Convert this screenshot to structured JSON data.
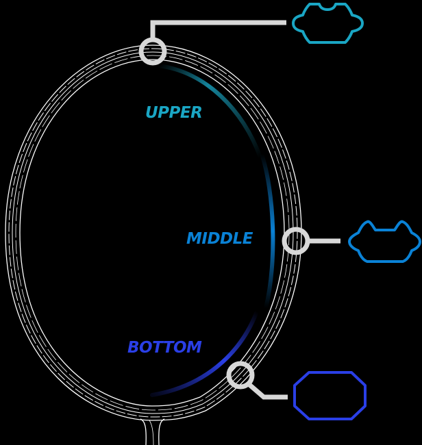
{
  "diagram": {
    "zones": [
      {
        "id": "upper",
        "label": "UPPER",
        "color": "#1aa6c4"
      },
      {
        "id": "middle",
        "label": "MIDDLE",
        "color": "#0a82d6"
      },
      {
        "id": "bottom",
        "label": "BOTTOM",
        "color": "#2a3fe6"
      }
    ],
    "frame_color": "#ffffff",
    "marker_color": "#d8d8d8",
    "background": "#000000"
  }
}
